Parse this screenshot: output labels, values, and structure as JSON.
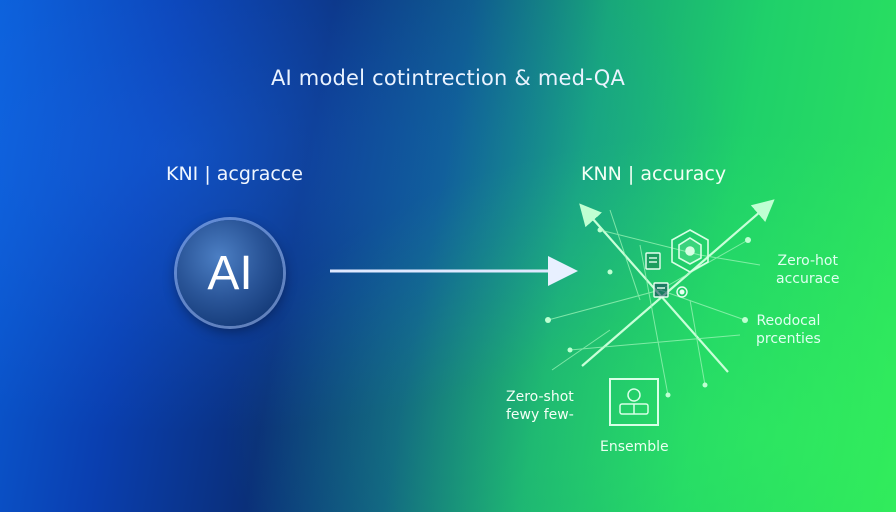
{
  "title": "AI model cotintrection & med-QA",
  "left": {
    "label": "KNI | acgracce",
    "circle_text": "AI"
  },
  "right": {
    "label": "KNN | accuracy",
    "zero_shot_right": [
      "Zero-hot",
      "accurace"
    ],
    "reducal": [
      "Reodocal",
      "prcenties"
    ],
    "zero_shot_left": [
      "Zero-shot",
      "fewy few-"
    ],
    "ensemble": "Ensemble"
  },
  "icons": [
    "arrow-right-icon",
    "hexagon-network-icon",
    "document-icon",
    "user-group-icon"
  ],
  "colors": {
    "accent_green": "#3cff7a",
    "blue": "#0a3fb0"
  }
}
